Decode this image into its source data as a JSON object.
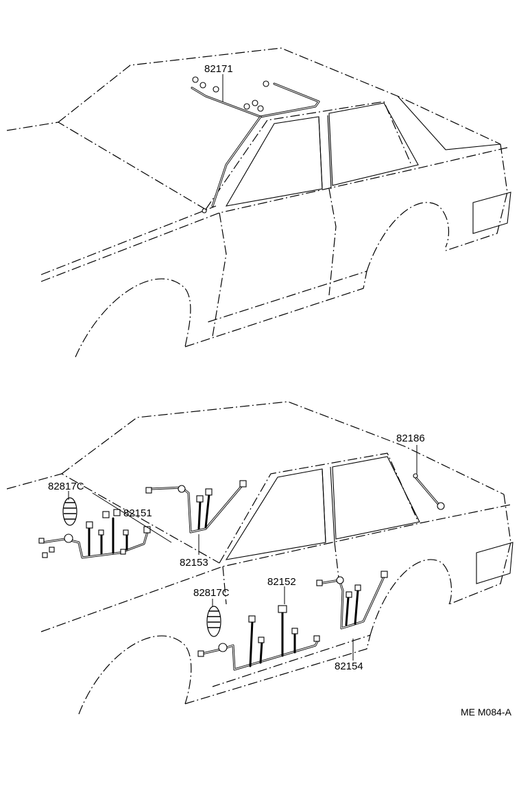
{
  "top_view": {
    "parts": [
      {
        "id": "part-82171",
        "label": "82171"
      }
    ]
  },
  "bottom_view": {
    "parts": [
      {
        "id": "part-82186",
        "label": "82186"
      },
      {
        "id": "part-82817c-upper",
        "label": "82817C"
      },
      {
        "id": "part-82151",
        "label": "82151"
      },
      {
        "id": "part-82153",
        "label": "82153"
      },
      {
        "id": "part-82817c-lower",
        "label": "82817C"
      },
      {
        "id": "part-82152",
        "label": "82152"
      },
      {
        "id": "part-82154",
        "label": "82154"
      }
    ]
  },
  "figure_code": "ME M084-A"
}
